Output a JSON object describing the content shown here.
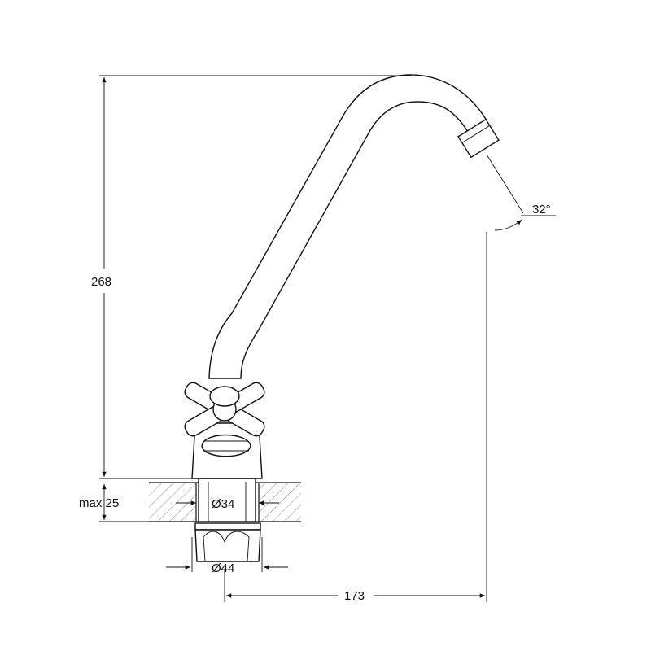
{
  "dimensions": {
    "height_total": "268",
    "angle": "32°",
    "max_thickness": "max 25",
    "hole_diameter": "Ø34",
    "base_diameter": "Ø44",
    "reach": "173"
  },
  "colors": {
    "line": "#111111",
    "background": "#ffffff",
    "hatch": "#555555"
  }
}
